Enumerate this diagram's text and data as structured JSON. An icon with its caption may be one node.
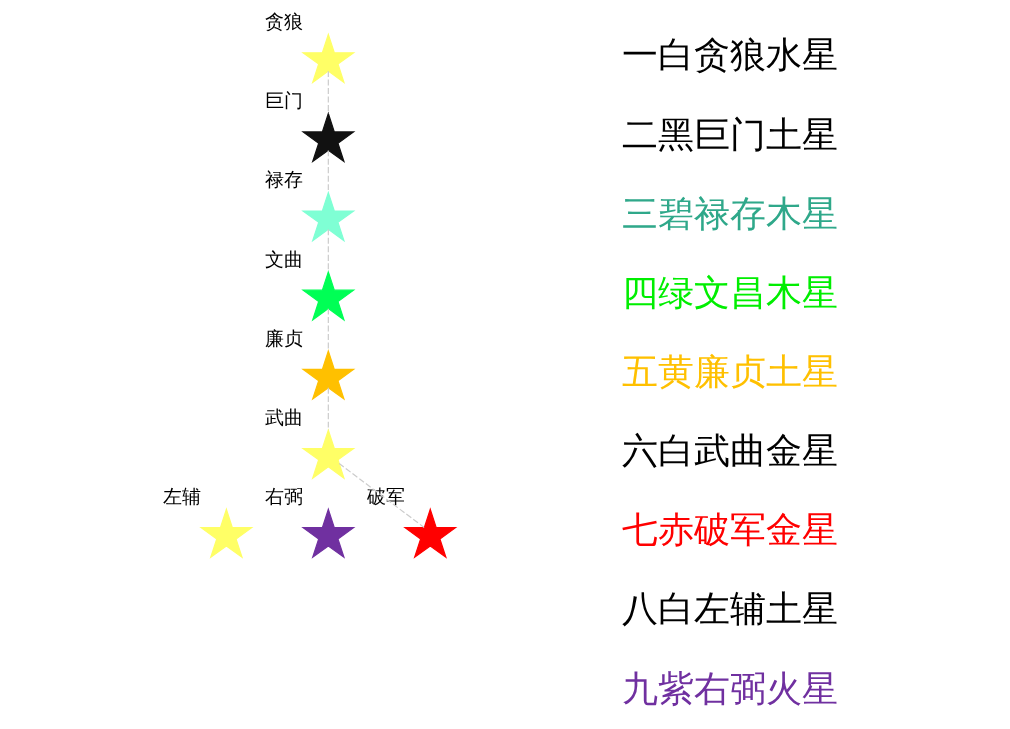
{
  "diagram": {
    "nodes": [
      {
        "text": [
          "贪狼"
        ]
      },
      {
        "text": [
          "巨门"
        ]
      },
      {
        "text": [
          "禄存"
        ]
      },
      {
        "text": [
          "文曲"
        ]
      },
      {
        "text": [
          "廉贞"
        ]
      },
      {
        "text": [
          "武曲"
        ]
      },
      {
        "text": [
          "左辅"
        ]
      },
      {
        "text": [
          "右弼"
        ]
      },
      {
        "text": [
          "破军"
        ]
      }
    ],
    "edges": [
      {
        "from": 0,
        "to": 1,
        "arrow": "none",
        "style": "dashed"
      },
      {
        "from": 1,
        "to": 2,
        "arrow": "none",
        "style": "dashed"
      },
      {
        "from": 2,
        "to": 3,
        "arrow": "none",
        "style": "dashed"
      },
      {
        "from": 3,
        "to": 4,
        "arrow": "none",
        "style": "dashed"
      },
      {
        "from": 4,
        "to": 5,
        "arrow": "none",
        "style": "dashed"
      },
      {
        "from": 5,
        "to": 8,
        "arrow": "none",
        "style": "dashed"
      }
    ],
    "legend": [
      {
        "text": "一白贪狼水星",
        "color": "#000000"
      },
      {
        "text": "二黑巨门土星",
        "color": "#000000"
      },
      {
        "text": "三碧禄存木星",
        "color": "#2fa88a"
      },
      {
        "text": "四绿文昌木星",
        "color": "#00ee00"
      },
      {
        "text": "五黄廉贞土星",
        "color": "#ffc000"
      },
      {
        "text": "六白武曲金星",
        "color": "#000000"
      },
      {
        "text": "七赤破军金星",
        "color": "#ff0000"
      },
      {
        "text": "八白左辅土星",
        "color": "#000000"
      },
      {
        "text": "九紫右弼火星",
        "color": "#7030a0"
      }
    ]
  }
}
